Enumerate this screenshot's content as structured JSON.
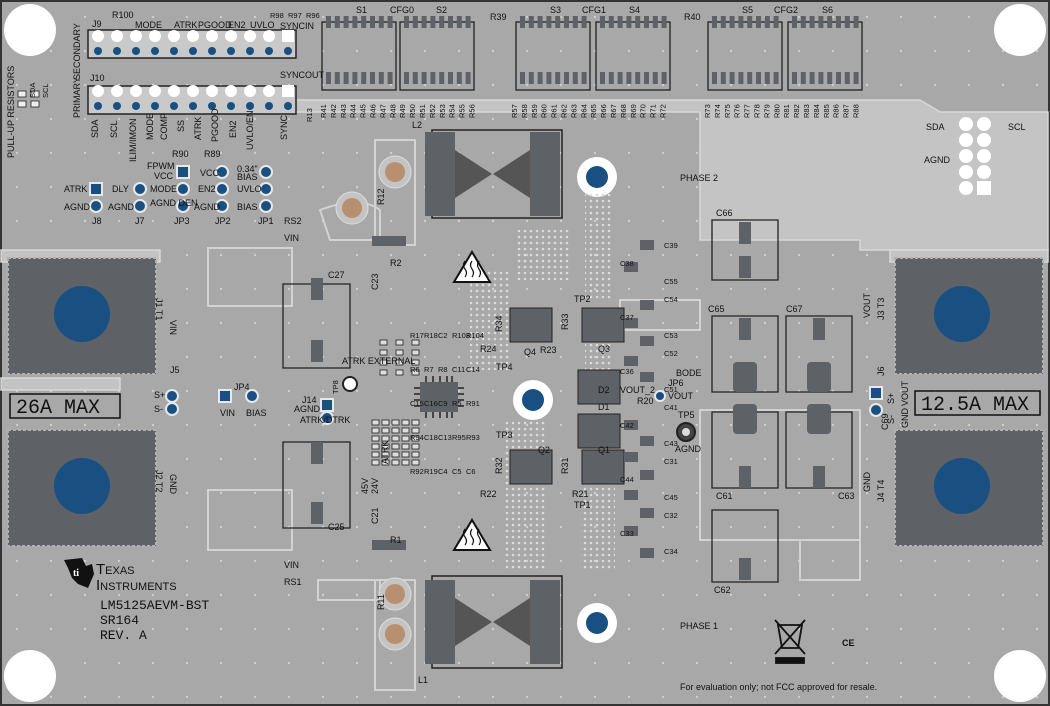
{
  "board": {
    "part_number": "LM5125AEVM-BST",
    "board_id": "SR164",
    "revision": "REV. A",
    "brand_line1": "Texas",
    "brand_line2": "Instruments",
    "disclaimer": "For evaluation only; not FCC approved for resale.",
    "ce_mark": "CE",
    "phase1": "PHASE 1",
    "phase2": "PHASE 2",
    "input_rating": "26A MAX",
    "output_rating": "12.5A MAX"
  },
  "colors": {
    "board": "#a8a8a8",
    "copper_trace": "#c4c4c4",
    "pad": "#5e6266",
    "via": "#e8e8e8",
    "hole": "#1a4f82",
    "silkscreen": "#111111"
  },
  "headers": {
    "top_labels": [
      "R100",
      "MODE",
      "ATRK",
      "PGOOD",
      "EN2",
      "UVLO",
      "R98",
      "R97",
      "R96"
    ],
    "j9": "J9",
    "j10": "J10",
    "secondary": "SECONDARY",
    "primary": "PRIMARY",
    "syncin": "SYNCIN",
    "syncout": "SYNCOUT",
    "bottom_labels": [
      "SDA",
      "SCL",
      "ILIM/IMON",
      "MODE",
      "COMP",
      "SS",
      "ATRK",
      "PGOOD",
      "EN2",
      "UVLO/EN",
      "SYNC"
    ],
    "pullup": "PULL-UP RESISTORS",
    "sda": "SDA",
    "scl": "SCL"
  },
  "switches": {
    "labels": [
      "S1",
      "S2",
      "S3",
      "S4",
      "S5",
      "S6"
    ],
    "cfg": [
      "CFG0",
      "CFG1",
      "CFG2"
    ],
    "r_group1": [
      "R41",
      "R42",
      "R43",
      "R44",
      "R45",
      "R46",
      "R47",
      "R48",
      "R49",
      "R50",
      "R51",
      "R52",
      "R53",
      "R54",
      "R55",
      "R56"
    ],
    "r_group2": [
      "R57",
      "R58",
      "R59",
      "R60",
      "R61",
      "R62",
      "R63",
      "R64",
      "R65",
      "R66",
      "R67",
      "R68",
      "R69",
      "R70",
      "R71",
      "R72"
    ],
    "r_group3": [
      "R73",
      "R74",
      "R75",
      "R76",
      "R77",
      "R78",
      "R79",
      "R80",
      "R81",
      "R82",
      "R83",
      "R84",
      "R85",
      "R86",
      "R87",
      "R88"
    ],
    "r39": "R39",
    "r40": "R40",
    "r13": "R13"
  },
  "jumpers": {
    "r90": "R90",
    "r89": "R89",
    "fpwm": "FPWM",
    "vcc": "VCC",
    "vcc2": "VCC",
    "bias_val": "0.34\"",
    "bias": "BIAS",
    "atrk": "ATRK",
    "dly": "DLY",
    "mode": "MODE",
    "en2": "EN2",
    "uvlo": "UVLO",
    "agnd": "AGND",
    "agnd_den": "AGND DEN",
    "bias2": "BIAS",
    "j8": "J8",
    "j7": "J7",
    "jp3": "JP3",
    "jp2": "JP2",
    "jp1": "JP1",
    "jp4": "JP4",
    "jp4_vin": "VIN",
    "jp4_bias": "BIAS",
    "j5": "J5",
    "j5_s_plus": "S+",
    "j5_s_minus": "S-",
    "vin": "VIN",
    "j14": "J14",
    "j14_agnd": "AGND",
    "atrk_dtrk": "ATRK/DTRK",
    "atrk_external": "ATRK EXTERNAL",
    "tp8": "TP8"
  },
  "power": {
    "l1": "L1",
    "l2": "L2",
    "t1": "J1 T1",
    "t2": "J2 T2",
    "t3": "J3 T3",
    "t4": "J4 T4",
    "vin": "VIN",
    "gnd": "GND",
    "vout": "VOUT",
    "rs1": "RS1",
    "rs2": "RS2",
    "r1": "R1",
    "r2": "R2",
    "r11": "R11",
    "r12": "R12",
    "c25": "C25",
    "c27": "C27",
    "c23": "C23",
    "c21": "C21",
    "q1": "Q1",
    "q2": "Q2",
    "q3": "Q3",
    "q4": "Q4",
    "d1": "D1",
    "d2": "D2",
    "tp1": "TP1",
    "tp2": "TP2",
    "tp3": "TP3",
    "tp4": "TP4",
    "tp5": "TP5",
    "tp5_agnd": "AGND",
    "jp6": "JP6",
    "bode": "BODE",
    "vout_bode": "VOUT",
    "vout_2": "VOUT_2",
    "r20": "R20",
    "r21": "R21",
    "r22": "R22",
    "r23": "R23",
    "r24": "R24",
    "r31": "R31",
    "r32": "R32",
    "r33": "R33",
    "r34": "R34",
    "c61": "C61",
    "c62": "C62",
    "c63": "C63",
    "c65": "C65",
    "c66": "C66",
    "c67": "C67",
    "c69": "C69",
    "j6": "J6",
    "j6_s_plus": "S+",
    "j6_s_minus": "S-",
    "j6_vout": "VOUT",
    "j6_gnd": "GND",
    "caps_right": [
      "C39",
      "C38",
      "C55",
      "C54",
      "C37",
      "C53",
      "C52",
      "C36",
      "C51",
      "C41",
      "C42",
      "C43",
      "C31",
      "C44",
      "C45",
      "C32",
      "C33",
      "C34"
    ],
    "ctrl_parts": [
      "R17",
      "R18",
      "C2",
      "R103",
      "R104",
      "R6",
      "R7",
      "R8",
      "C11",
      "C14",
      "C15",
      "C16",
      "C9",
      "R5",
      "R91",
      "R94",
      "C18",
      "C13",
      "R95",
      "R93",
      "R92",
      "R19",
      "C4",
      "C5",
      "C6"
    ],
    "v45": "45V",
    "v24": "24V",
    "atrk_lbl": "ATRK",
    "sda": "SDA",
    "scl": "SCL",
    "agnd": "AGND"
  }
}
